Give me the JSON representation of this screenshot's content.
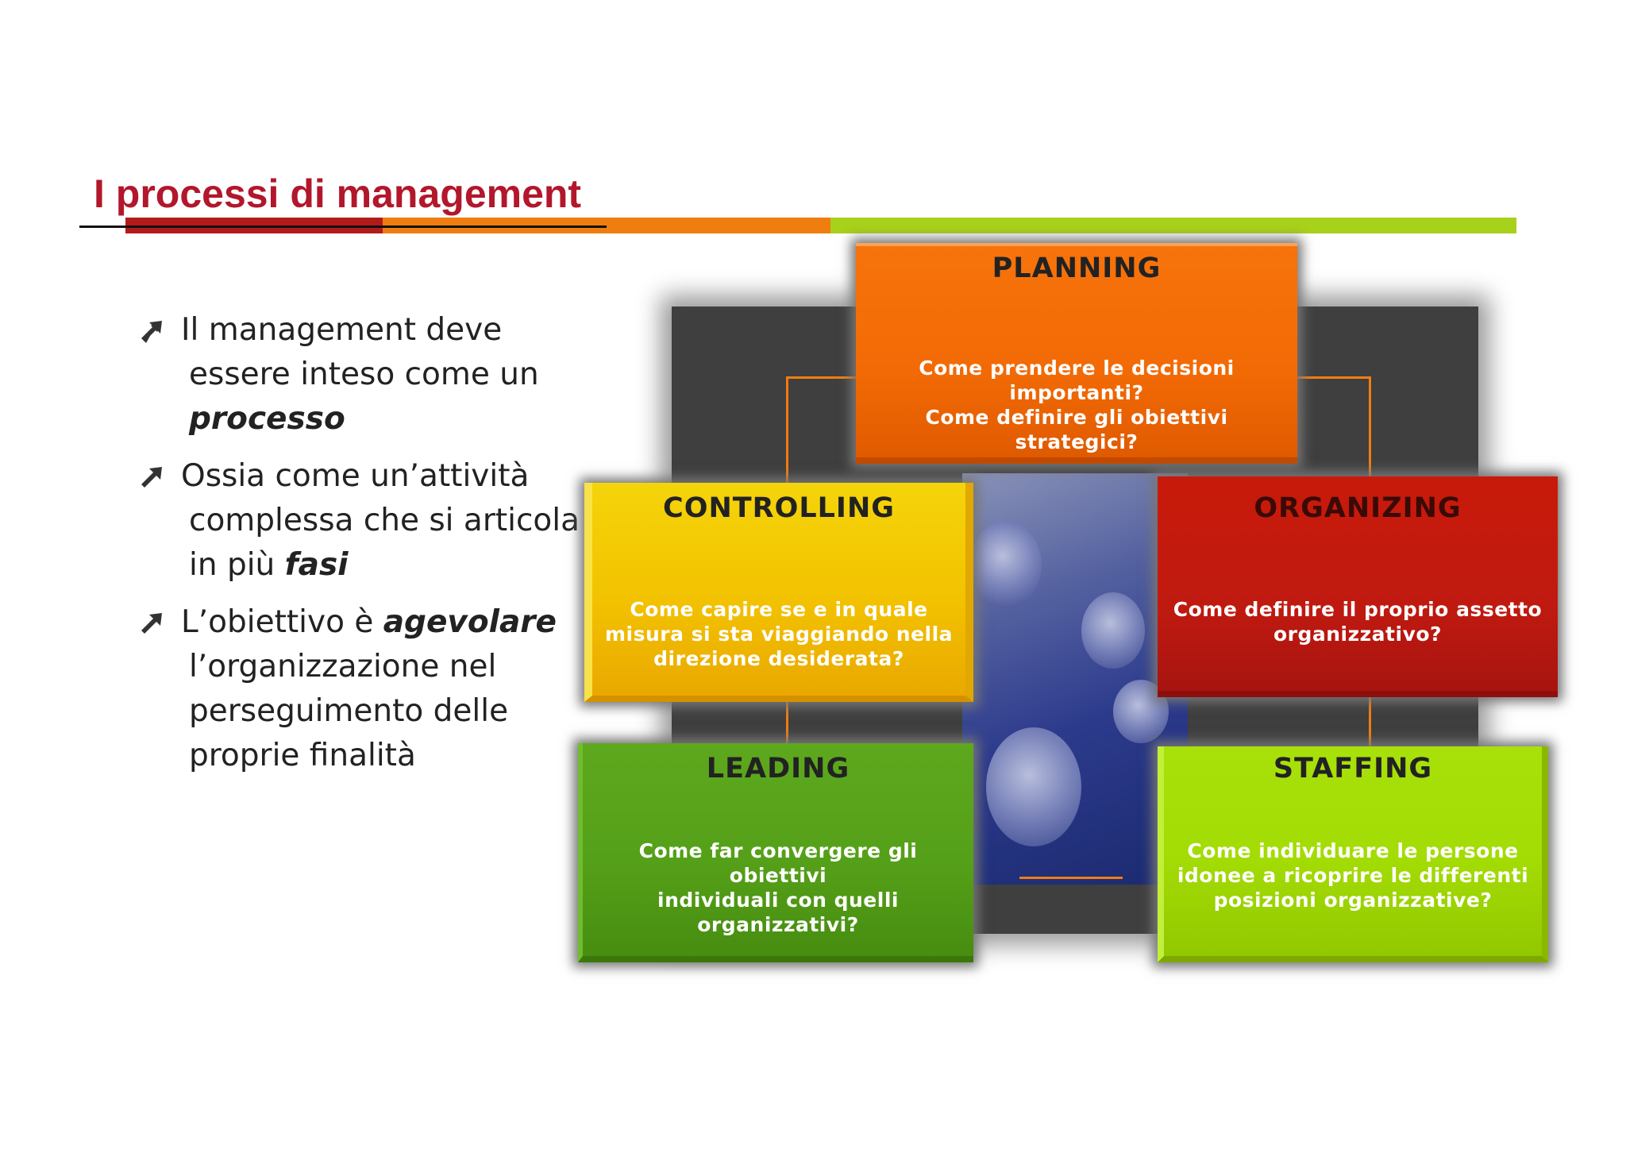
{
  "slide": {
    "title": "I processi di management",
    "bullets": [
      {
        "lines": [
          [
            "Il management deve"
          ],
          [
            "essere inteso come un"
          ],
          [
            "processo"
          ]
        ]
      }
    ],
    "bullet1_line1": "Il management deve",
    "bullet1_line2": "essere inteso come un",
    "bullet1_line3_em": "processo",
    "bullet2_line1": "Ossia come un’attività",
    "bullet2_line2": "complessa che si articola",
    "bullet2_line3_pre": "in più ",
    "bullet2_line3_em": "fasi",
    "bullet3_line1_pre": "L’obiettivo è ",
    "bullet3_line1_em": "agevolare",
    "bullet3_line2": "l’organizzazione nel",
    "bullet3_line3": "perseguimento delle",
    "bullet3_line4": "proprie finalità"
  },
  "diagram": {
    "planning": {
      "title": "PLANNING",
      "text": "Come prendere le decisioni\nimportanti?\nCome definire gli obiettivi strategici?"
    },
    "controlling": {
      "title": "CONTROLLING",
      "text": "Come capire se e in quale\nmisura si sta viaggiando nella\ndirezione desiderata?"
    },
    "organizing": {
      "title": "ORGANIZING",
      "text": "Come definire il proprio assetto\norganizzativo?"
    },
    "leading": {
      "title": "LEADING",
      "text": "Come far convergere gli obiettivi\nindividuali con quelli\norganizzativi?"
    },
    "staffing": {
      "title": "STAFFING",
      "text": "Come individuare le persone\nidonee a ricoprire le differenti\nposizioni organizzative?"
    }
  },
  "colors": {
    "title": "#b2172b",
    "bar_red": "#b31b1b",
    "bar_orange": "#f07d10",
    "bar_green": "#a8d11a",
    "planning": "#f26a05",
    "controlling": "#f2c200",
    "organizing": "#c01a10",
    "leading": "#55a019",
    "staffing": "#a3db04"
  },
  "icons": {
    "bullet": "arrow-up-right-icon"
  }
}
